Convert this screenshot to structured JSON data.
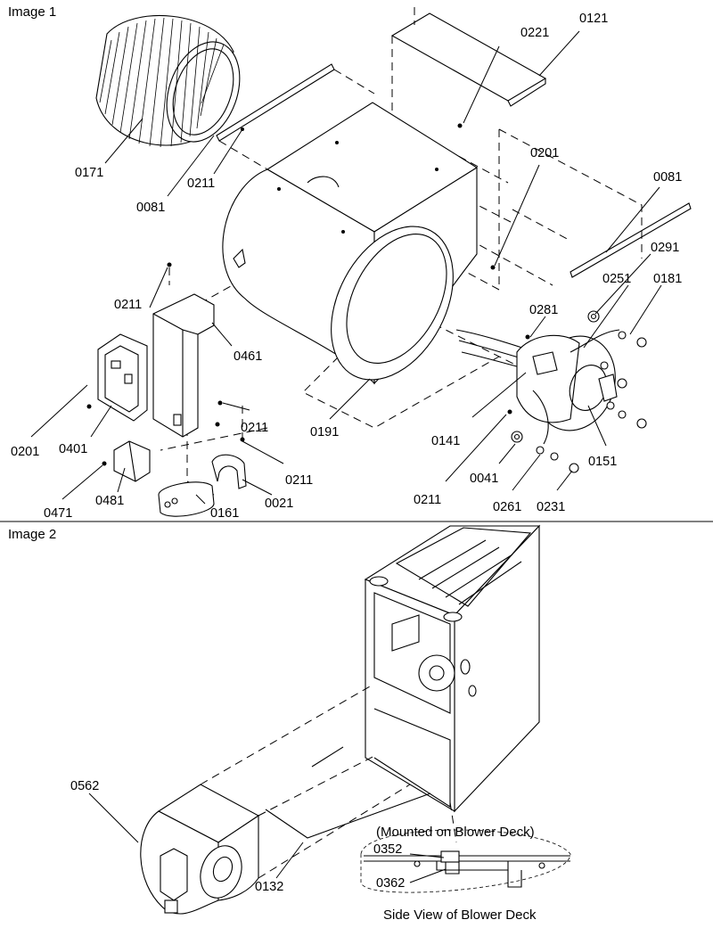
{
  "panels": {
    "image1_title": "Image 1",
    "image2_title": "Image 2"
  },
  "image1_labels": {
    "p0171": "0171",
    "p0081_left": "0081",
    "p0211_top": "0211",
    "p0221": "0221",
    "p0121": "0121",
    "p0201_right": "0201",
    "p0081_right": "0081",
    "p0291": "0291",
    "p0251": "0251",
    "p0181": "0181",
    "p0281": "0281",
    "p0211_left": "0211",
    "p0461": "0461",
    "p0201_left": "0201",
    "p0401": "0401",
    "p0211_mid": "0211",
    "p0191": "0191",
    "p0141": "0141",
    "p0211_motor": "0211",
    "p0151": "0151",
    "p0211_low": "0211",
    "p0041": "0041",
    "p0261": "0261",
    "p0231": "0231",
    "p0021": "0021",
    "p0161": "0161",
    "p0481": "0481",
    "p0471": "0471"
  },
  "image2_labels": {
    "p0562": "0562",
    "p0132": "0132",
    "p0352": "0352",
    "p0362": "0362",
    "mounted_note": "(Mounted on Blower Deck)",
    "side_view_caption": "Side View of Blower Deck"
  }
}
